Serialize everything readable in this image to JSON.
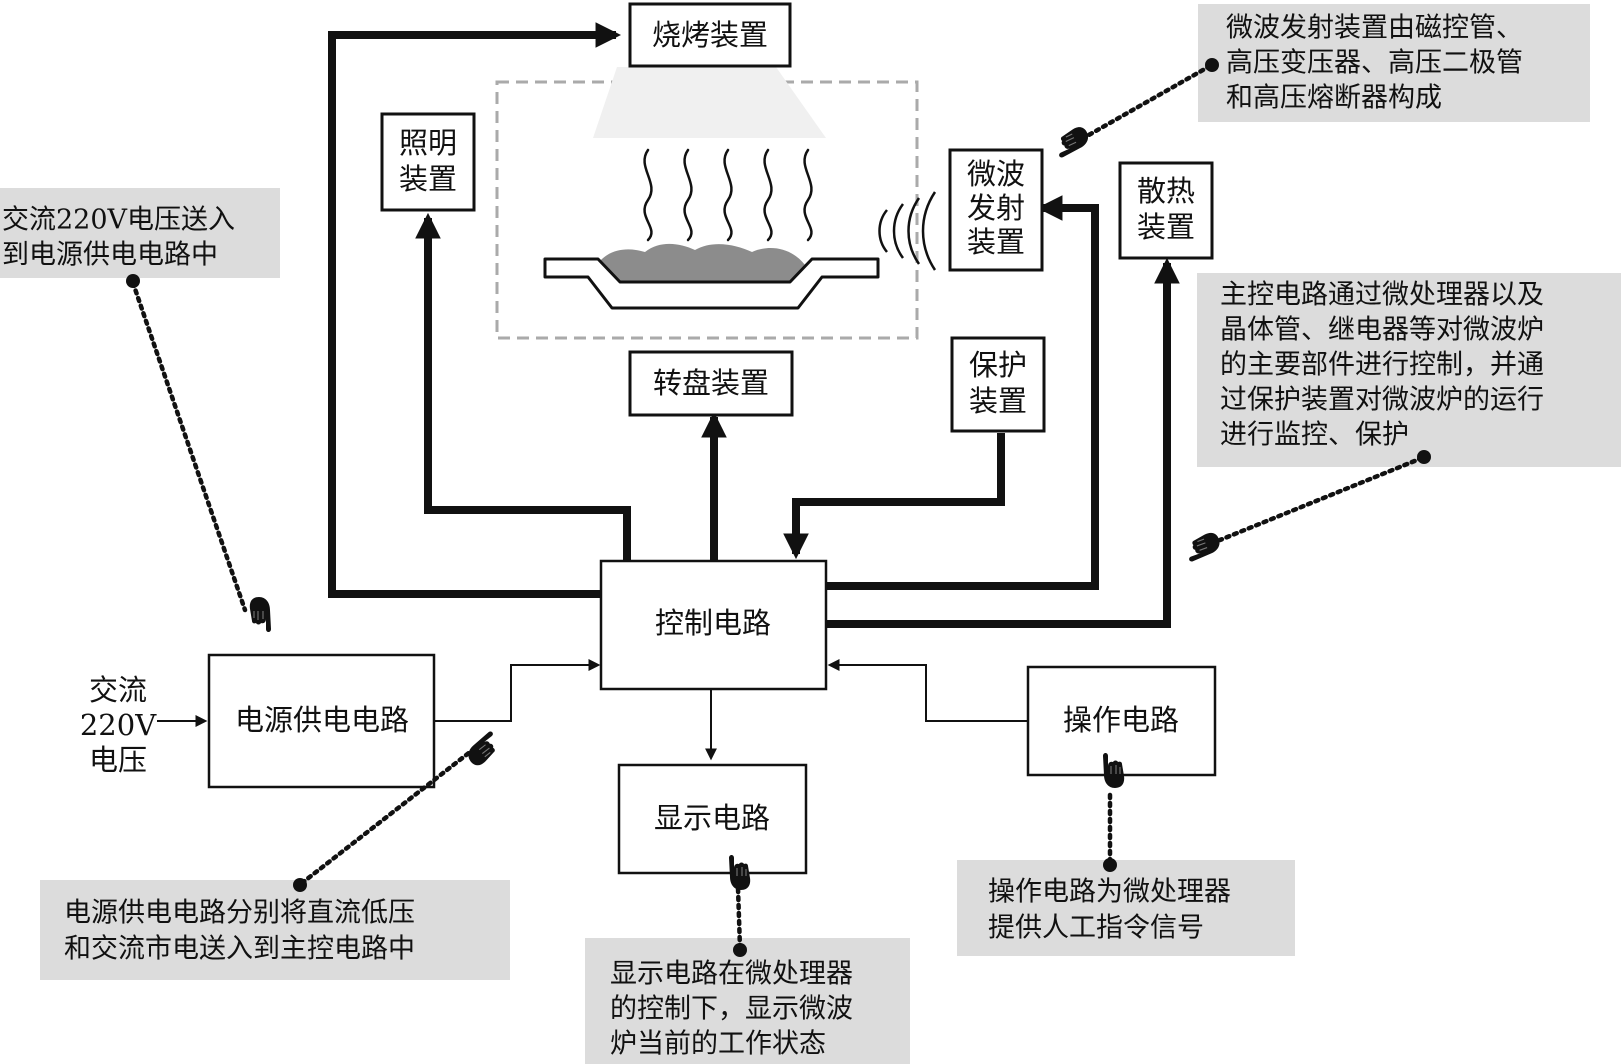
{
  "blocks": {
    "bake": "烧烤装置",
    "light": [
      "照明",
      "装置"
    ],
    "microwave": [
      "微波",
      "发射",
      "装置"
    ],
    "cooling": [
      "散热",
      "装置"
    ],
    "turntable": "转盘装置",
    "protect": [
      "保护",
      "装置"
    ],
    "control": "控制电路",
    "power": "电源供电电路",
    "display": "显示电路",
    "operation": "操作电路",
    "ac_input": [
      "交流",
      "220V",
      "电压"
    ]
  },
  "notes": {
    "microwave": [
      "微波发射装置由磁控管、",
      "高压变压器、高压二极管",
      "和高压熔断器构成"
    ],
    "ac": [
      "交流220V电压送入",
      "到电源供电电路中"
    ],
    "control": [
      "主控电路通过微处理器以及",
      "晶体管、继电器等对微波炉",
      "的主要部件进行控制，并通",
      "过保护装置对微波炉的运行",
      "进行监控、保护"
    ],
    "power": [
      "电源供电电路分别将直流低压",
      "和交流市电送入到主控电路中"
    ],
    "display": [
      "显示电路在微处理器",
      "的控制下，显示微波",
      "炉当前的工作状态"
    ],
    "operation": [
      "操作电路为微处理器",
      "提供人工指令信号"
    ]
  },
  "icons": {
    "pointer": "pointing-hand-icon",
    "steam": "steam-icon",
    "waves": "microwave-waves-icon",
    "dish": "food-tray-icon"
  },
  "colors": {
    "note_bg": "#dcdcdc",
    "line": "#111111",
    "oven_frame": "#aaaaaa",
    "food": "#8c8c8c"
  }
}
